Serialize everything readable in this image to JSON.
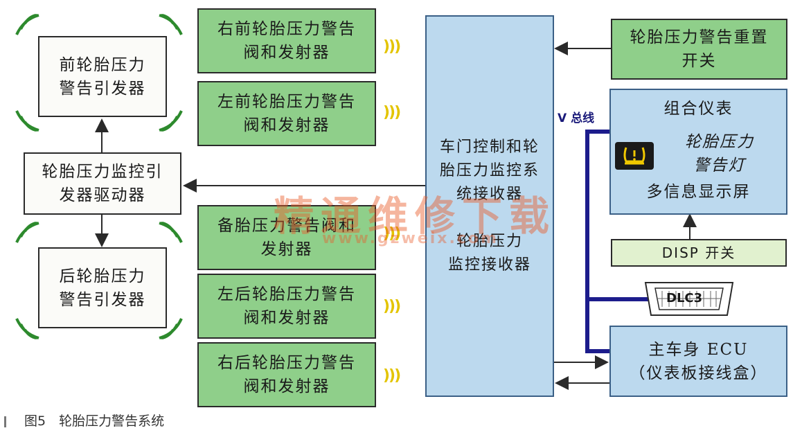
{
  "boxes": {
    "front_trigger": "前轮胎压力\n警告引发器",
    "trigger_driver": "轮胎压力监控引\n发器驱动器",
    "rear_trigger": "后轮胎压力\n警告引发器",
    "rf_valve": "右前轮胎压力警告\n阀和发射器",
    "lf_valve": "左前轮胎压力警告\n阀和发射器",
    "spare_valve": "备胎压力警告阀和\n发射器",
    "lr_valve": "左后轮胎压力警告\n阀和发射器",
    "rr_valve": "右后轮胎压力警告\n阀和发射器",
    "receiver": "车门控制和轮\n胎压力监控系\n统接收器\n\n轮胎压力\n监控接收器",
    "reset_switch": "轮胎压力警告重置\n开关",
    "cluster_title": "组合仪表",
    "warning_lamp": "轮胎压力\n警告灯",
    "info_display": "多信息显示屏",
    "disp_switch": "DISP 开关",
    "dlc": "DLC3",
    "main_ecu": "主车身 ECU\n（仪表板接线盒）"
  },
  "vbus_label": "V 总线",
  "caption": "图5　轮胎压力警告系统",
  "watermark": "精通维修下载",
  "watermark_url": "www.gzweix.com",
  "colors": {
    "valve_green": "#8fcf8a",
    "receiver_blue": "#bcd9ee",
    "bus_navy": "#1c1c8c",
    "wave_yellow": "#e3c400"
  }
}
